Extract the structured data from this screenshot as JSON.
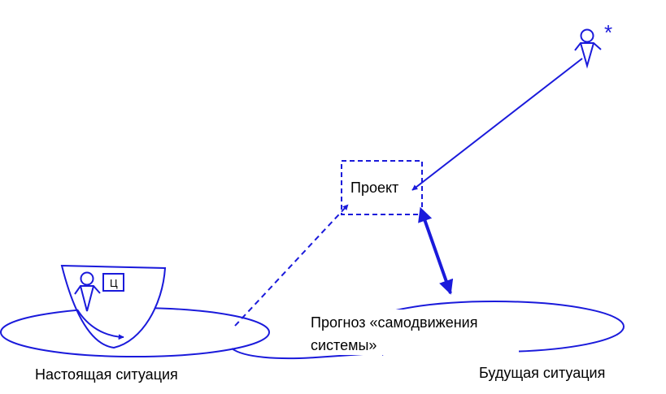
{
  "labels": {
    "project": "Проект",
    "forecast_line1": "Прогноз «самодвижения",
    "forecast_line2": "системы»",
    "present_situation": "Настоящая ситуация",
    "future_situation": "Будущая ситуация",
    "goal_box": "Ц",
    "designer_mark": "*"
  },
  "colors": {
    "diagram_blue": "#1a1adb",
    "text": "#000000",
    "background": "#ffffff"
  }
}
